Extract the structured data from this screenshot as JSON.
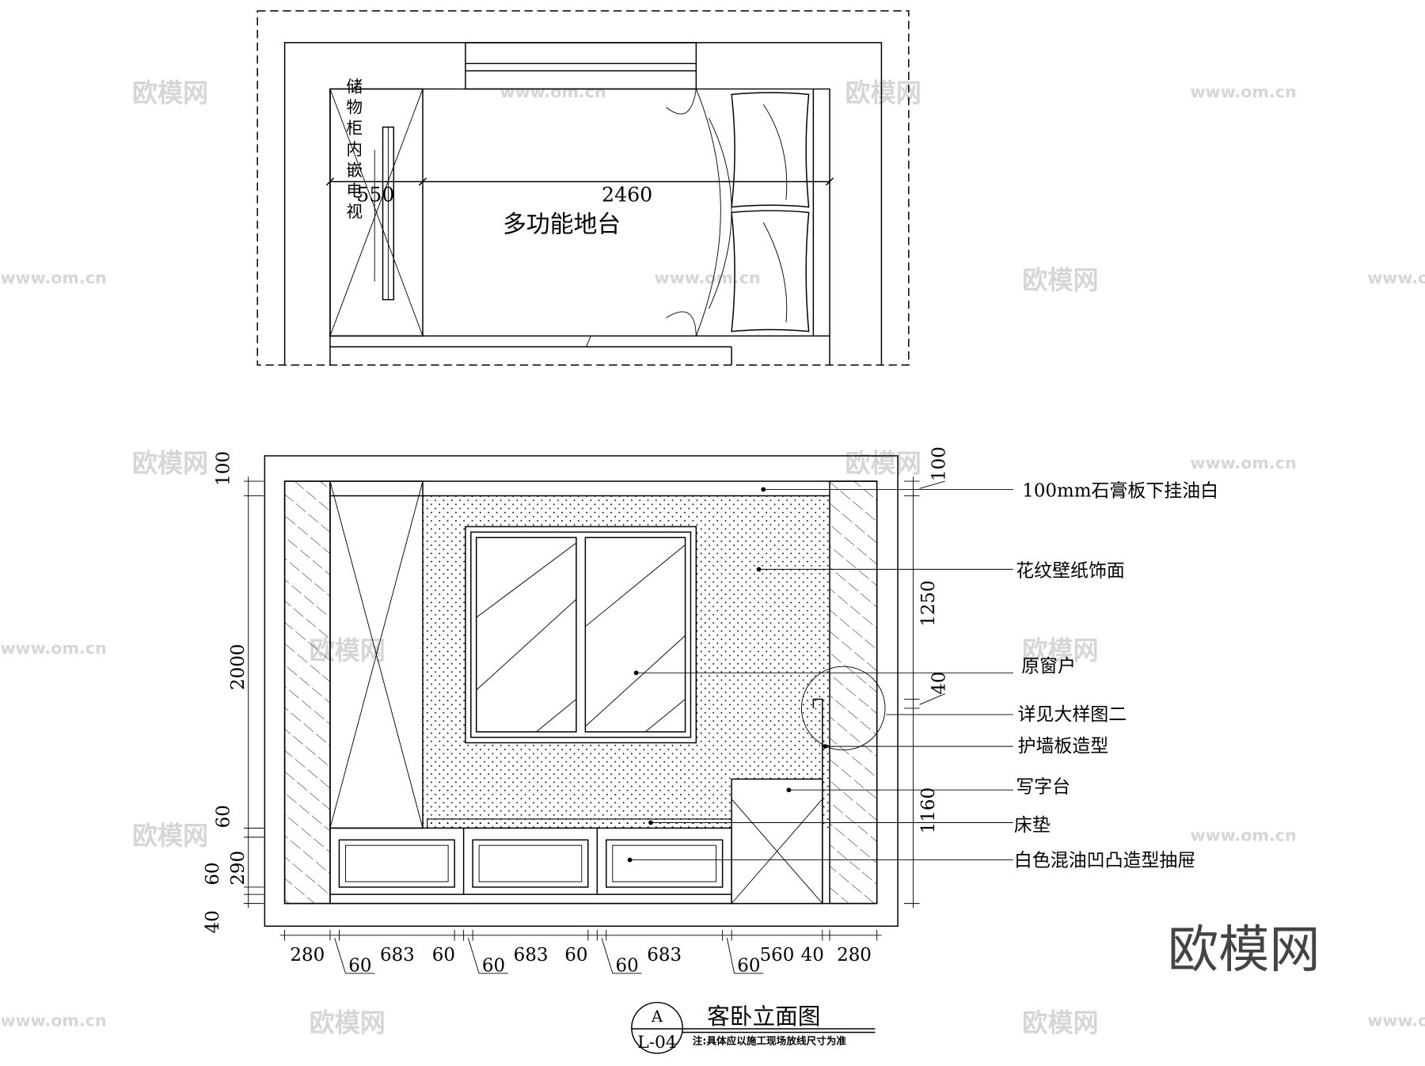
{
  "plan": {
    "cabinet_label": "储物柜内嵌电视",
    "platform_label": "多功能地台",
    "dims": [
      "550",
      "2460"
    ]
  },
  "elevation": {
    "left_dims": [
      "100",
      "2000",
      "60",
      "290",
      "60",
      "40"
    ],
    "right_dims": [
      "100",
      "1250",
      "40",
      "1160"
    ],
    "bottom_dims_top": [
      "280",
      "683",
      "60",
      "683",
      "60",
      "683",
      "560",
      "40",
      "280"
    ],
    "bottom_dims_low": [
      "60",
      "60",
      "60",
      "60"
    ],
    "callouts": [
      "100mm石膏板下挂油白",
      "花纹壁纸饰面",
      "原窗户",
      "详见大样图二",
      "护墙板造型",
      "写字台",
      "床垫",
      "白色混油凹凸造型抽屉"
    ]
  },
  "title_block": {
    "symbol_top": "A",
    "symbol_bottom": "L-04",
    "title": "客卧立面图",
    "note": "注:具体应以施工现场放线尺寸为准"
  },
  "watermark": {
    "brand": "欧模网",
    "url": "www.om.cn"
  }
}
